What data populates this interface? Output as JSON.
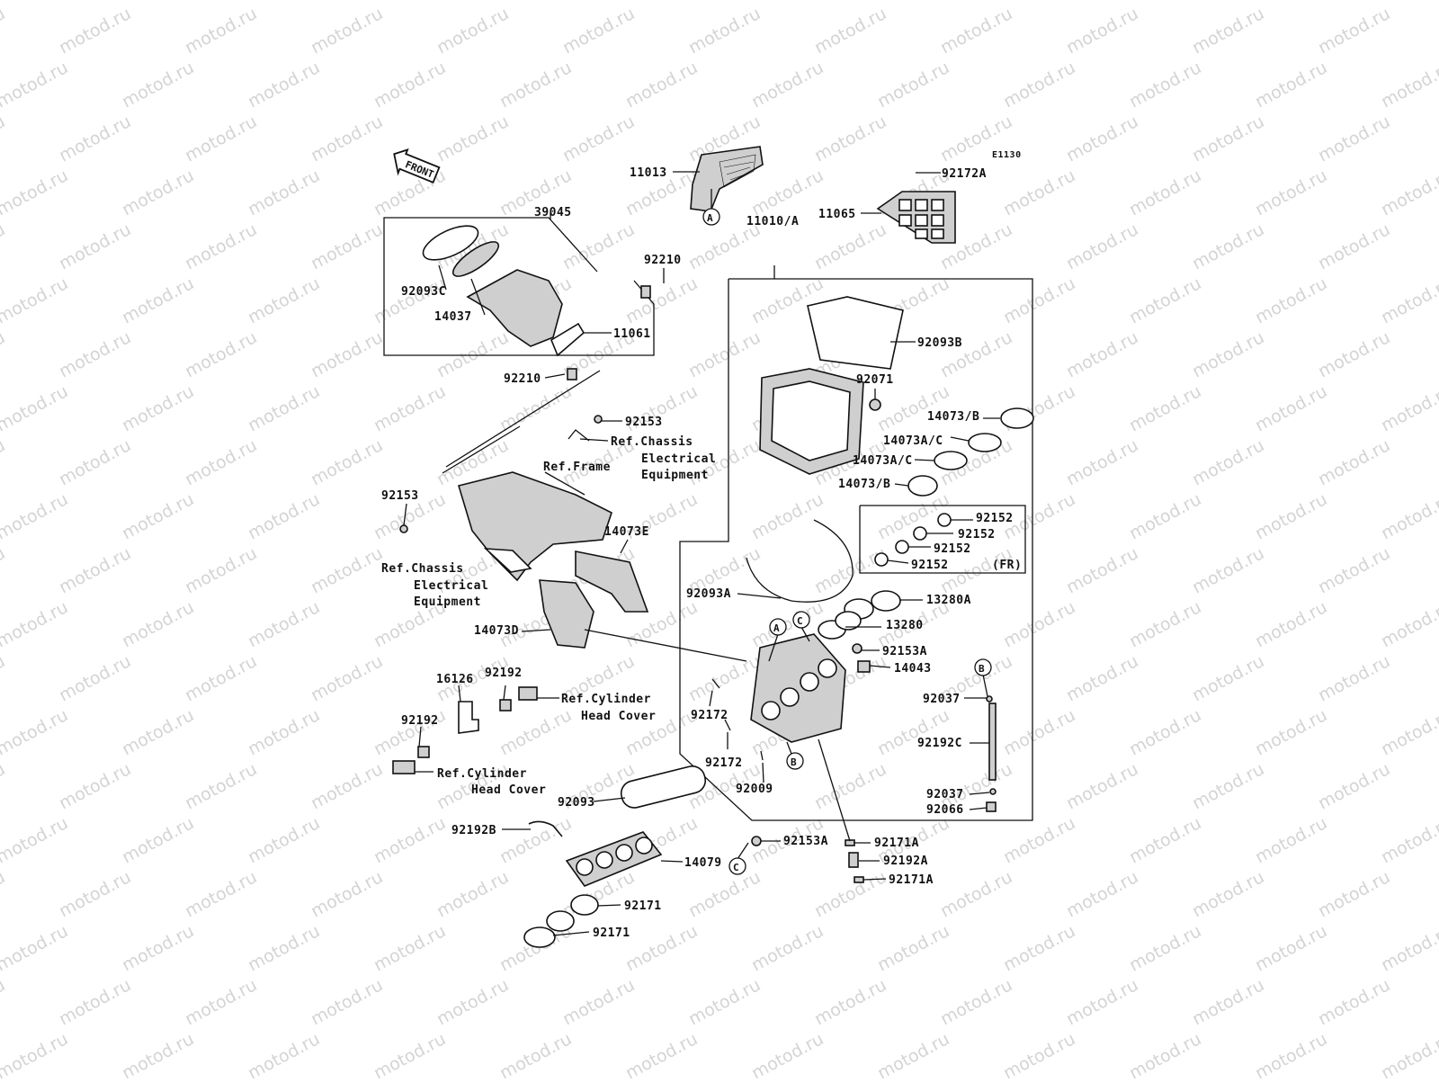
{
  "watermark": "motod.ru",
  "figure_code": "E1130",
  "front_label": "FRONT",
  "callouts": {
    "a": "A",
    "b": "B",
    "c": "C"
  },
  "labels": {
    "p11013": "11013",
    "p92172A": "92172A",
    "p11065": "11065",
    "p39045": "39045",
    "p92210_top": "92210",
    "p92093C": "92093C",
    "p14037": "14037",
    "p11061": "11061",
    "p92210_bot": "92210",
    "p11010A": "11010/A",
    "p92093B": "92093B",
    "p92071": "92071",
    "p14073B_1": "14073/B",
    "p14073AC_1": "14073A/C",
    "p14073AC_2": "14073A/C",
    "p14073B_2": "14073/B",
    "p92152_1": "92152",
    "p92152_2": "92152",
    "p92152_3": "92152",
    "p92152_4": "92152",
    "fr": "(FR)",
    "p92153_top": "92153",
    "ref_chassis_1a": "Ref.Chassis",
    "ref_chassis_1b": "Electrical",
    "ref_chassis_1c": "Equipment",
    "ref_frame": "Ref.Frame",
    "p92153_left": "92153",
    "p14073E": "14073E",
    "ref_chassis_2a": "Ref.Chassis",
    "ref_chassis_2b": "Electrical",
    "ref_chassis_2c": "Equipment",
    "p92093A": "92093A",
    "p13280A": "13280A",
    "p13280": "13280",
    "p14073D": "14073D",
    "p92153A_top": "92153A",
    "p14043": "14043",
    "p16126": "16126",
    "p92192_top": "92192",
    "ref_cyl_1a": "Ref.Cylinder",
    "ref_cyl_1b": "Head Cover",
    "p92172_1": "92172",
    "p92037_top": "92037",
    "p92192_left": "92192",
    "p92192C": "92192C",
    "p92172_2": "92172",
    "ref_cyl_2a": "Ref.Cylinder",
    "ref_cyl_2b": "Head Cover",
    "p92009": "92009",
    "p92037_bot": "92037",
    "p92066": "92066",
    "p92093": "92093",
    "p92192B": "92192B",
    "p92153A_bot": "92153A",
    "p92171A_1": "92171A",
    "p14079": "14079",
    "p92192A": "92192A",
    "p92171A_2": "92171A",
    "p92171_1": "92171",
    "p92171_2": "92171"
  }
}
